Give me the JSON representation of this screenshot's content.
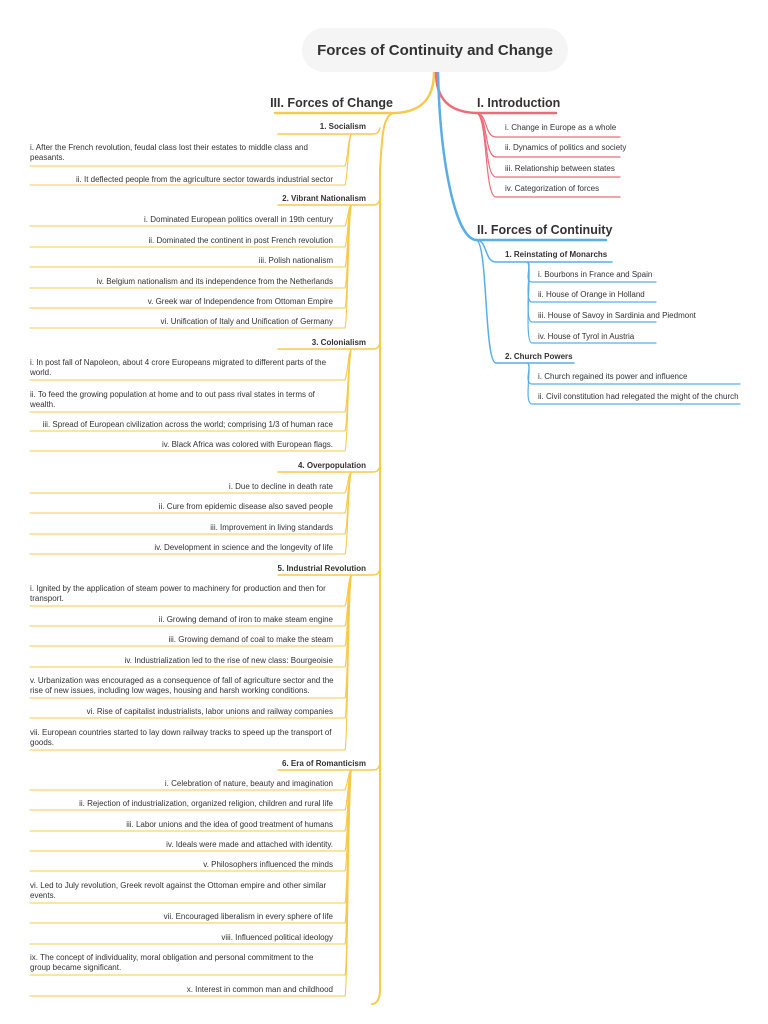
{
  "title": "Forces of Continuity and Change",
  "colors": {
    "change": "#f8c94a",
    "introduction": "#f06b7a",
    "continuity": "#5aaee6",
    "root_bg": "#f5f5f5"
  },
  "introduction": {
    "title": "I. Introduction",
    "items": [
      "i. Change in Europe as a whole",
      "ii. Dynamics of politics and society",
      "iii. Relationship between states",
      "iv. Categorization of forces"
    ]
  },
  "continuity": {
    "title": "II. Forces of Continuity",
    "sections": [
      {
        "title": "1. Reinstating of Monarchs",
        "items": [
          "i. Bourbons in France and Spain",
          "ii. House of Orange in Holland",
          "iii. House of Savoy in Sardinia and Piedmont",
          "iv. House of Tyrol in Austria"
        ]
      },
      {
        "title": "2. Church Powers",
        "items": [
          "i. Church regained its power and influence",
          "ii. Civil constitution had relegated the might of the church"
        ]
      }
    ]
  },
  "change": {
    "title": "III. Forces of Change",
    "sections": [
      {
        "title": "1. Socialism",
        "items": [
          "i. After the French revolution, feudal class lost their estates to middle class and peasants.",
          "ii. It deflected people from the agriculture sector towards industrial sector"
        ]
      },
      {
        "title": "2. Vibrant Nationalism",
        "items": [
          "i. Dominated European politics overall in 19th century",
          "ii. Dominated the continent in post French revolution",
          "iii. Polish nationalism",
          "iv. Belgium nationalism and its independence from the Netherlands",
          "v. Greek war of Independence from Ottoman Empire",
          "vi. Unification of Italy and Unification of Germany"
        ]
      },
      {
        "title": "3. Colonialism",
        "items": [
          "i. In post fall of Napoleon, about 4 crore Europeans migrated to different parts of the world.",
          "ii. To feed the growing population at home and to out pass rival states in terms of wealth.",
          "iii. Spread of European civilization across the world; comprising 1/3 of human race",
          "iv. Black Africa was colored with European flags."
        ]
      },
      {
        "title": "4. Overpopulation",
        "items": [
          "i. Due to decline in death rate",
          "ii. Cure from epidemic disease also saved people",
          "iii. Improvement in living standards",
          "iv. Development in science and the longevity of life"
        ]
      },
      {
        "title": "5. Industrial Revolution",
        "items": [
          "i. Ignited by the application of steam power to machinery for production and then for transport.",
          "ii. Growing demand of iron to make steam engine",
          "iii. Growing demand of coal to make the steam",
          "iv. Industrialization led to the rise of new class: Bourgeoisie",
          "v. Urbanization was encouraged as a consequence of fall of agriculture sector and the rise of new issues, including low wages, housing and harsh working conditions.",
          "vi. Rise of capitalist industrialists, labor unions and railway companies",
          "vii. European countries started to lay down railway tracks to speed up the transport of goods."
        ]
      },
      {
        "title": "6. Era of Romanticism",
        "items": [
          "i. Celebration of nature, beauty and imagination",
          "ii. Rejection of industrialization, organized religion, children and rural life",
          "iii. Labor unions and the idea of good treatment of humans",
          "iv. Ideals were made and attached with identity.",
          "v. Philosophers influenced the minds",
          "vi. Led to July revolution, Greek revolt against the Ottoman empire and other similar events.",
          "vii. Encouraged liberalism in every sphere of life",
          "viii. Influenced political ideology",
          "ix. The concept of individuality, moral obligation and personal commitment to the group became significant.",
          "x. Interest in common man and childhood"
        ]
      }
    ]
  }
}
